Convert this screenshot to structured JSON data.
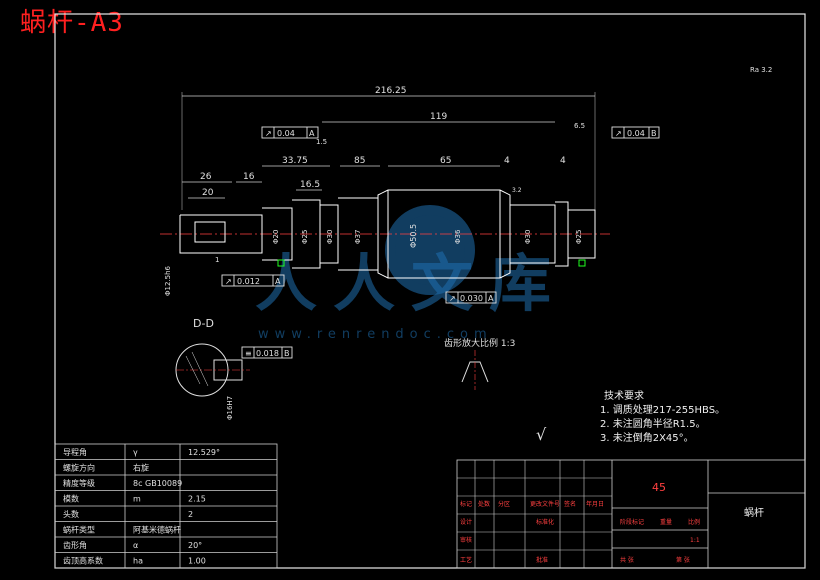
{
  "banner": "蜗杆-A3",
  "dims": {
    "overall": "216.25",
    "d119": "119",
    "d33_75": "33.75",
    "d85": "85",
    "d65": "65",
    "d26": "26",
    "d20": "20",
    "d16": "16",
    "d16_5": "16.5",
    "d4a": "4",
    "d4b": "4",
    "d6_5": "6.5",
    "d1_5": "1.5",
    "left_small": "1",
    "dia_labels": [
      "Φ20",
      "Φ25",
      "Φ30",
      "Φ37",
      "Φ50.5",
      "Φ36",
      "Φ30",
      "Φ25"
    ],
    "left_vertical": "Φ12.5h6",
    "d_section_vert": "Φ16H7"
  },
  "tolerances": {
    "t1": {
      "sym": "↗",
      "val": "0.04",
      "datum": "A"
    },
    "t2": {
      "sym": "↗",
      "val": "0.04",
      "datum": "B"
    },
    "t3": {
      "sym": "↗",
      "val": "0.012",
      "datum": "A"
    },
    "t4": {
      "sym": "↗",
      "val": "0.030",
      "datum": "A"
    },
    "t5": {
      "sym": "≡",
      "val": "0.018",
      "datum": "B"
    }
  },
  "roughness": {
    "top_right": "Ra 3.2",
    "tr_small": "3.2"
  },
  "section_label": "D-D",
  "profile_label": "齿形放大比例 1:3",
  "notes": {
    "heading": "技术要求",
    "items": [
      "1. 调质处理217-255HBS。",
      "2. 未注圆角半径R1.5。",
      "3. 未注倒角2X45°。"
    ]
  },
  "roughness_general": "√",
  "params": [
    [
      "导程角",
      "γ",
      "12.529°"
    ],
    [
      "螺旋方向",
      "右旋",
      ""
    ],
    [
      "精度等级",
      "8c GB10089",
      ""
    ],
    [
      "模数",
      "m",
      "2.15"
    ],
    [
      "头数",
      "",
      "2"
    ],
    [
      "蜗杆类型",
      "阿基米德蜗杆",
      ""
    ],
    [
      "齿形角",
      "α",
      "20°"
    ],
    [
      "齿顶高系数",
      "ha",
      "1.00"
    ]
  ],
  "titleblock": {
    "material": "45",
    "part_name": "蜗杆",
    "row_labels": [
      "标记",
      "处数",
      "分区",
      "更改文件号",
      "签名",
      "年月日"
    ],
    "labels": [
      "设计",
      "标准化",
      "审核",
      "工艺",
      "批准",
      "阶段标记",
      "重量",
      "比例",
      "共 张",
      "第 张",
      "1:1"
    ]
  },
  "watermark": {
    "cn": "人人文库",
    "url": "www.renrendoc.com"
  }
}
